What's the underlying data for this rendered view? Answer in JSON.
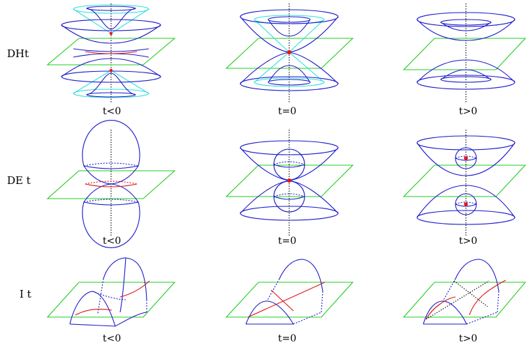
{
  "rows": [
    {
      "label": "DHt",
      "captions": [
        "t<0",
        "t=0",
        "t>0"
      ]
    },
    {
      "label": "DE t",
      "captions": [
        "t<0",
        "t=0",
        "t>0"
      ]
    },
    {
      "label": "I t",
      "captions": [
        "t<0",
        "t=0",
        "t>0"
      ]
    }
  ],
  "colors": {
    "surface": "#1a1acc",
    "plane": "#22cc22",
    "cone": "#33dddd",
    "curve": "#dd1111",
    "point": "#ee1111",
    "axis": "#000000"
  }
}
